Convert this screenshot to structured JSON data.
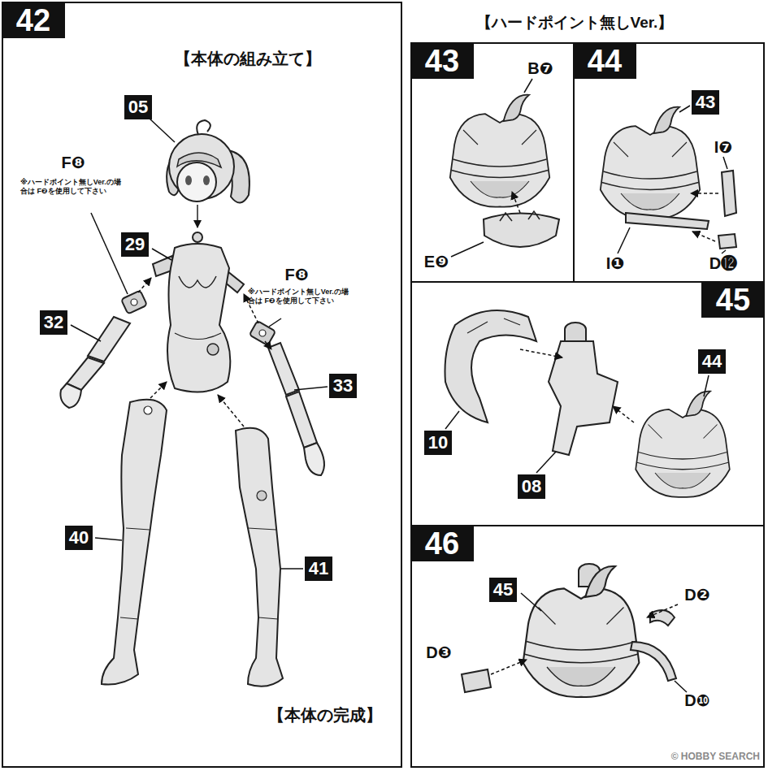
{
  "diagram": {
    "nodes": [
      {
        "text": [
          "【本体の組み立て】",
          "F❽",
          "※ハードポイント無しVer.の場合は F❷を使用して下さい",
          "F❽",
          "※ハードポイント無しVer.の場合は F❷を使用して下さい",
          "【本体の完成】"
        ]
      },
      {
        "text": [
          "42"
        ],
        "in": 0
      },
      {
        "text": [
          "05"
        ],
        "in": 0
      },
      {
        "text": [
          "29"
        ],
        "in": 0
      },
      {
        "text": [
          "32"
        ],
        "in": 0
      },
      {
        "text": [
          "33"
        ],
        "in": 0
      },
      {
        "text": [
          "40"
        ],
        "in": 0
      },
      {
        "text": [
          "41"
        ],
        "in": 0
      },
      {
        "text": [
          "B❼",
          "E❾"
        ]
      },
      {
        "text": [
          "43"
        ],
        "in": 8
      },
      {
        "text": [
          "I❼",
          "I❶",
          "D⓬"
        ]
      },
      {
        "text": [
          "44"
        ],
        "in": 10
      },
      {
        "text": [
          "43"
        ],
        "in": 10
      },
      {
        "text": []
      },
      {
        "text": [
          "45"
        ],
        "in": 13
      },
      {
        "text": [
          "10"
        ],
        "in": 13
      },
      {
        "text": [
          "08"
        ],
        "in": 13
      },
      {
        "text": [
          "44"
        ],
        "in": 13
      },
      {
        "text": [
          "D❷",
          "D❸",
          "D❿"
        ]
      },
      {
        "text": [
          "46"
        ],
        "in": 18
      },
      {
        "text": [
          "45"
        ],
        "in": 18
      }
    ],
    "labels": [
      "【ハードポイント無しVer.】",
      "© HOBBY SEARCH"
    ]
  }
}
